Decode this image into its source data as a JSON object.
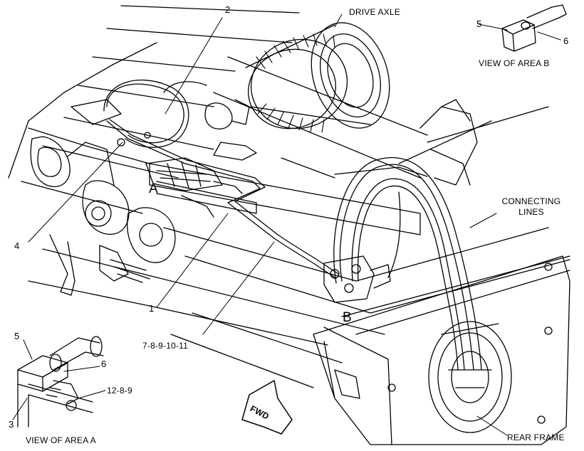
{
  "labels": {
    "callout_1": "1",
    "callout_2": "2",
    "callout_3": "3",
    "callout_4": "4",
    "callout_5_view_a": "5",
    "callout_6_view_a": "6",
    "callout_5_view_b": "5",
    "callout_6_view_b": "6",
    "callout_7_8_9_10_11": "7-8-9-10-11",
    "callout_12_8_9": "12-8-9",
    "area_a": "A",
    "area_b": "B",
    "drive_axle": "DRIVE AXLE",
    "connecting_lines_line1": "CONNECTING",
    "connecting_lines_line2": "LINES",
    "rear_frame": "REAR FRAME",
    "view_of_area_a": "VIEW OF AREA  A",
    "view_of_area_b": "VIEW OF AREA  B",
    "fwd": "FWD"
  },
  "colors": {
    "ink": "#000000",
    "paper": "#ffffff"
  }
}
